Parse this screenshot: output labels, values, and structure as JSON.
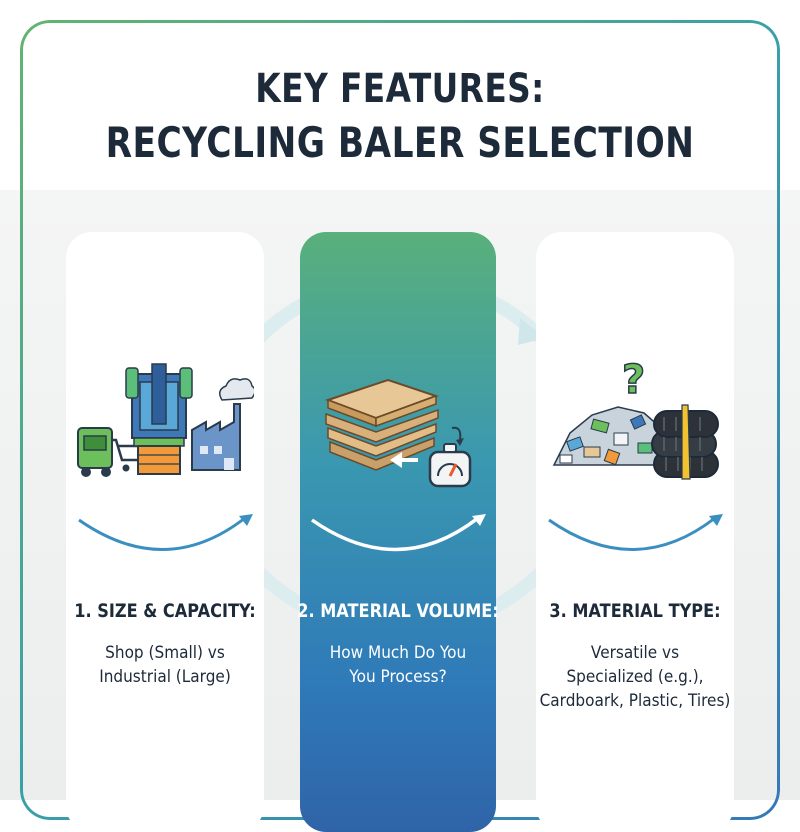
{
  "title": {
    "line1": "KEY FEATURES:",
    "line2": "RECYCLING BALER SELECTION"
  },
  "cards": [
    {
      "heading": "1. SIZE & CAPACITY:",
      "lines": [
        "Shop (Small) vs",
        "Industrial (Large)"
      ],
      "icon": "baler-machine-with-factory-icon"
    },
    {
      "heading": "2. MATERIAL VOLUME:",
      "lines": [
        "How Much Do You",
        "You Process?"
      ],
      "icon": "cardboard-stack-with-gauge-icon"
    },
    {
      "heading": "3. MATERIAL TYPE:",
      "lines": [
        "Versatile vs",
        "Specialized (e.g.),",
        "Cardboark, Plastic, Tires)"
      ],
      "icon": "mixed-waste-and-tires-icon"
    }
  ],
  "colors": {
    "title": "#1d2a3a",
    "accent_green": "#59b07b",
    "accent_blue": "#2f6fb3",
    "arc": "#3a8fc0"
  }
}
